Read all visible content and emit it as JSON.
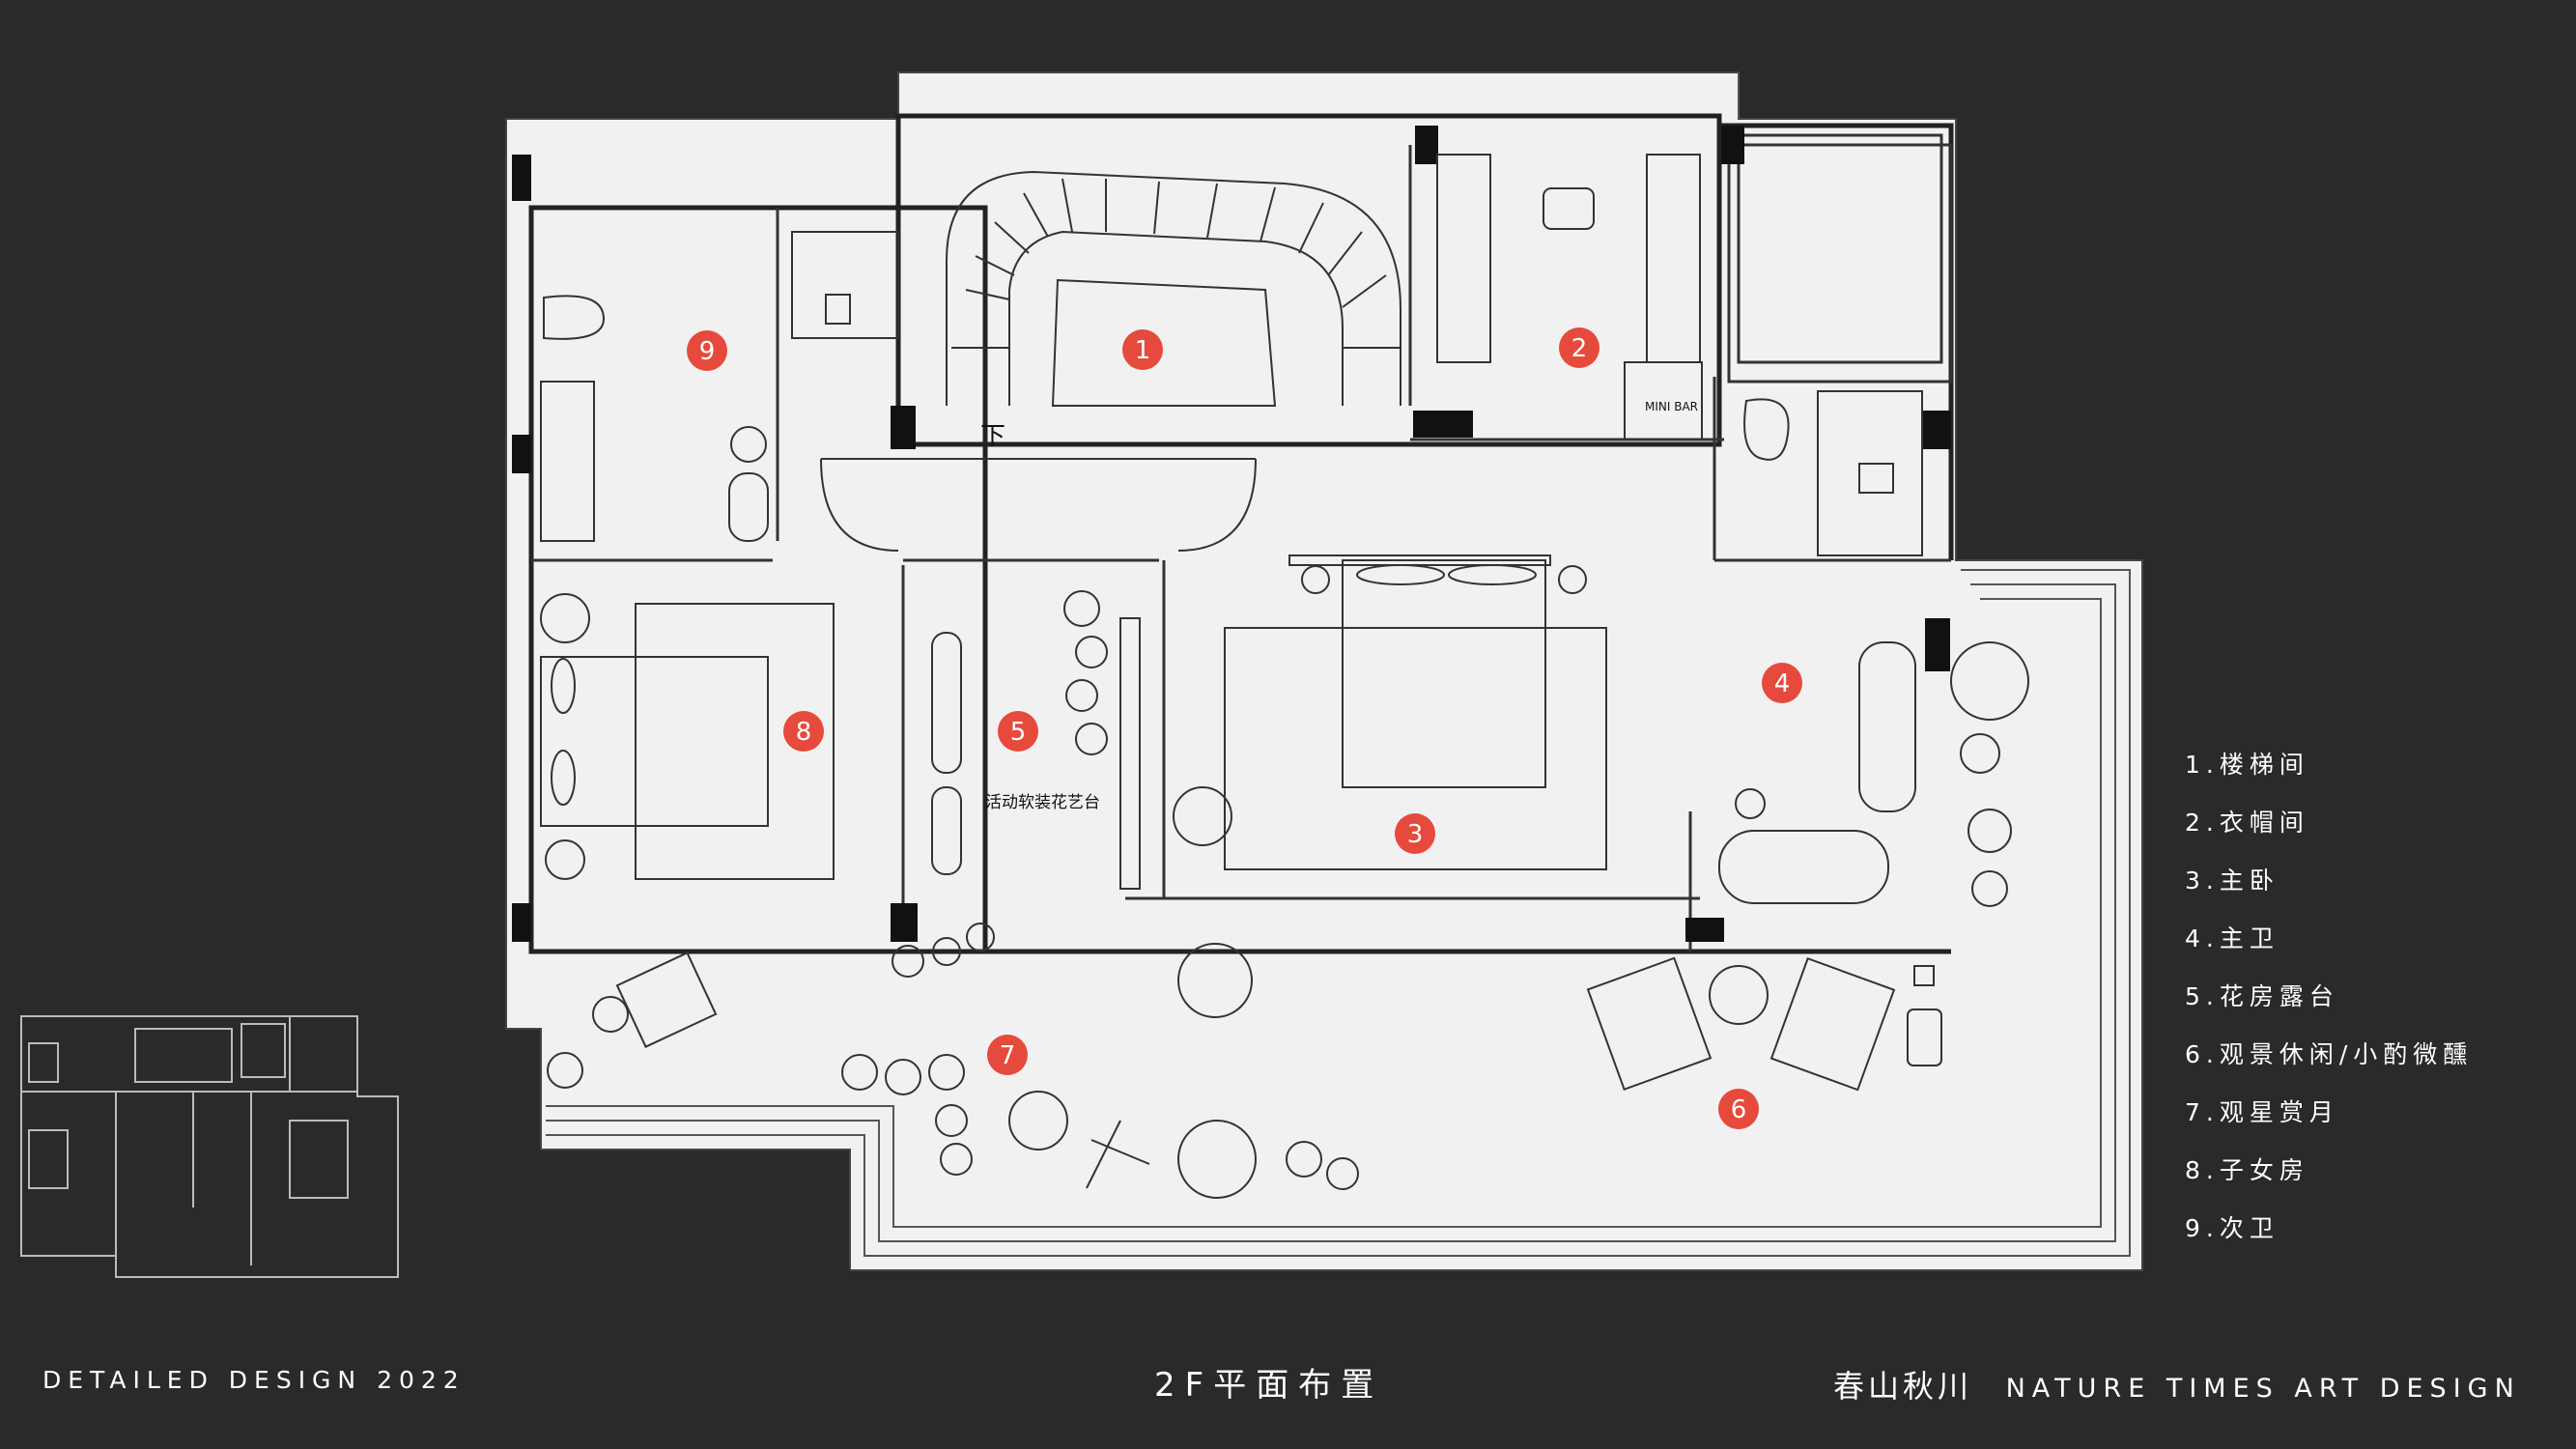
{
  "legend": [
    "1.楼梯间",
    "2.衣帽间",
    "3.主卧",
    "4.主卫",
    "5.花房露台",
    "6.观景休闲/小酌微醺",
    "7.观星赏月",
    "8.子女房",
    "9.次卫"
  ],
  "markers": [
    "1",
    "2",
    "3",
    "4",
    "5",
    "6",
    "7",
    "8",
    "9"
  ],
  "annotations": {
    "flower_stand": "活动软装花艺台",
    "down": "下",
    "minibar": "MINI BAR"
  },
  "footer": {
    "left": "DETAILED DESIGN 2022",
    "center": "2F平面布置",
    "logo": "春山秋川",
    "brand": "NATURE TIMES ART DESIGN"
  },
  "colors": {
    "background": "#2a2a2a",
    "plan_fill": "#f1f1f1",
    "line": "#333333",
    "marker": "#e64a3c",
    "text": "#ffffff"
  }
}
